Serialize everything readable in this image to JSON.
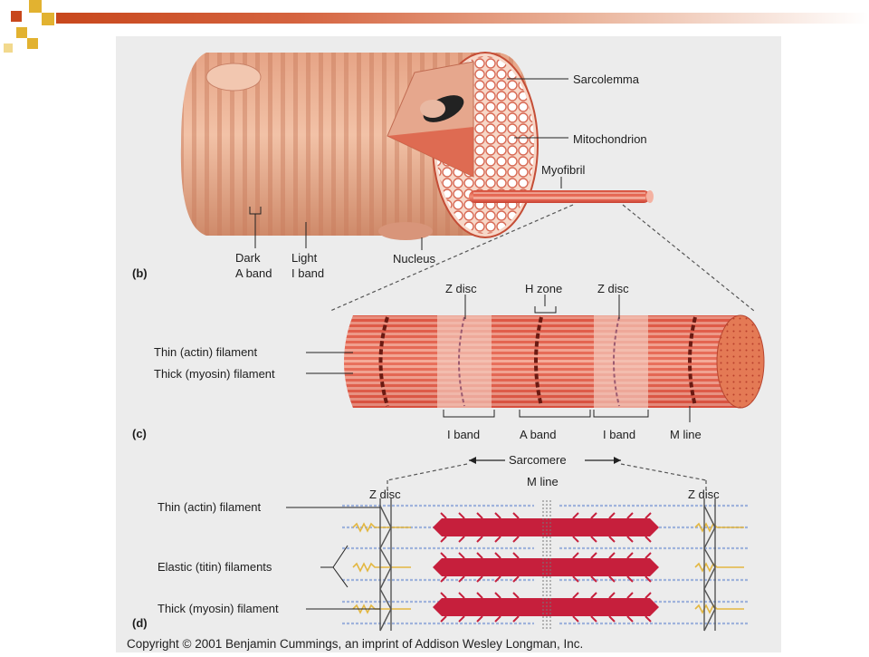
{
  "colors": {
    "accent": "#d95a35",
    "accent_light": "#f0b593",
    "panel_bg": "#ececec"
  },
  "panel_b": {
    "letter": "(b)",
    "labels": {
      "sarcolemma": "Sarcolemma",
      "mitochondrion": "Mitochondrion",
      "myofibril": "Myofibril",
      "dark_band_1": "Dark",
      "dark_band_2": "A band",
      "light_band_1": "Light",
      "light_band_2": "I band",
      "nucleus": "Nucleus"
    }
  },
  "panel_c": {
    "letter": "(c)",
    "labels": {
      "z_disc_left": "Z disc",
      "h_zone": "H zone",
      "z_disc_right": "Z disc",
      "thin_filament": "Thin (actin) filament",
      "thick_filament": "Thick (myosin) filament",
      "i_band_left": "I band",
      "a_band": "A band",
      "i_band_right": "I band",
      "m_line": "M line",
      "sarcomere": "Sarcomere"
    }
  },
  "panel_d": {
    "letter": "(d)",
    "labels": {
      "m_line": "M line",
      "z_disc_left": "Z disc",
      "z_disc_right": "Z disc",
      "thin_filament": "Thin (actin) filament",
      "elastic_filaments": "Elastic (titin) filaments",
      "thick_filament": "Thick (myosin) filament"
    }
  },
  "copyright": "Copyright © 2001 Benjamin Cummings, an imprint of Addison Wesley Longman, Inc."
}
